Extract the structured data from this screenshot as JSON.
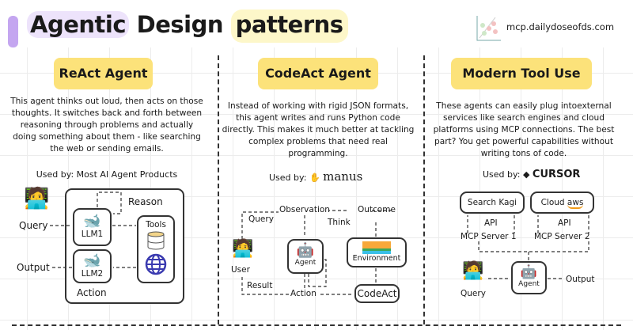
{
  "header": {
    "title_part1": "Agentic",
    "title_part2": "Design",
    "title_part3": "patterns",
    "site": "mcp.dailydoseofds.com"
  },
  "columns": [
    {
      "title": "ReAct Agent",
      "description": "This agent thinks out loud, then acts on those thoughts. It switches back and forth between reasoning through problems and actually doing something about them - like searching the web or sending emails.",
      "used_by": "Used by: Most AI Agent Products",
      "diagram": {
        "query": "Query",
        "output": "Output",
        "reason": "Reason",
        "action": "Action",
        "llm1": "LLM1",
        "llm2": "LLM2",
        "tools": "Tools"
      }
    },
    {
      "title": "CodeAct Agent",
      "description": "Instead of working with rigid JSON formats, this agent writes and runs Python code directly. This makes it much better at tackling complex problems that need real programming.",
      "used_by": "Used by:",
      "brand": "manus",
      "diagram": {
        "observation": "Observation",
        "outcome": "Outcome",
        "query": "Query",
        "think": "Think",
        "user": "User",
        "agent": "Agent",
        "environment": "Environment",
        "result": "Result",
        "action": "Action",
        "codeact": "CodeAct"
      }
    },
    {
      "title": "Modern Tool Use",
      "description": "These agents can easily plug intoexternal services like search engines and cloud platforms using MCP connections. The best part? You get powerful capabilities without writing tons of code.",
      "used_by": "Used by:",
      "brand": "CURSOR",
      "diagram": {
        "search": "Search Kagi",
        "cloud": "Cloud",
        "aws": "aws",
        "api1": "API",
        "api2": "API",
        "mcp1": "MCP Server 1",
        "mcp2": "MCP Server 2",
        "agent": "Agent",
        "query": "Query",
        "output": "Output"
      }
    }
  ]
}
